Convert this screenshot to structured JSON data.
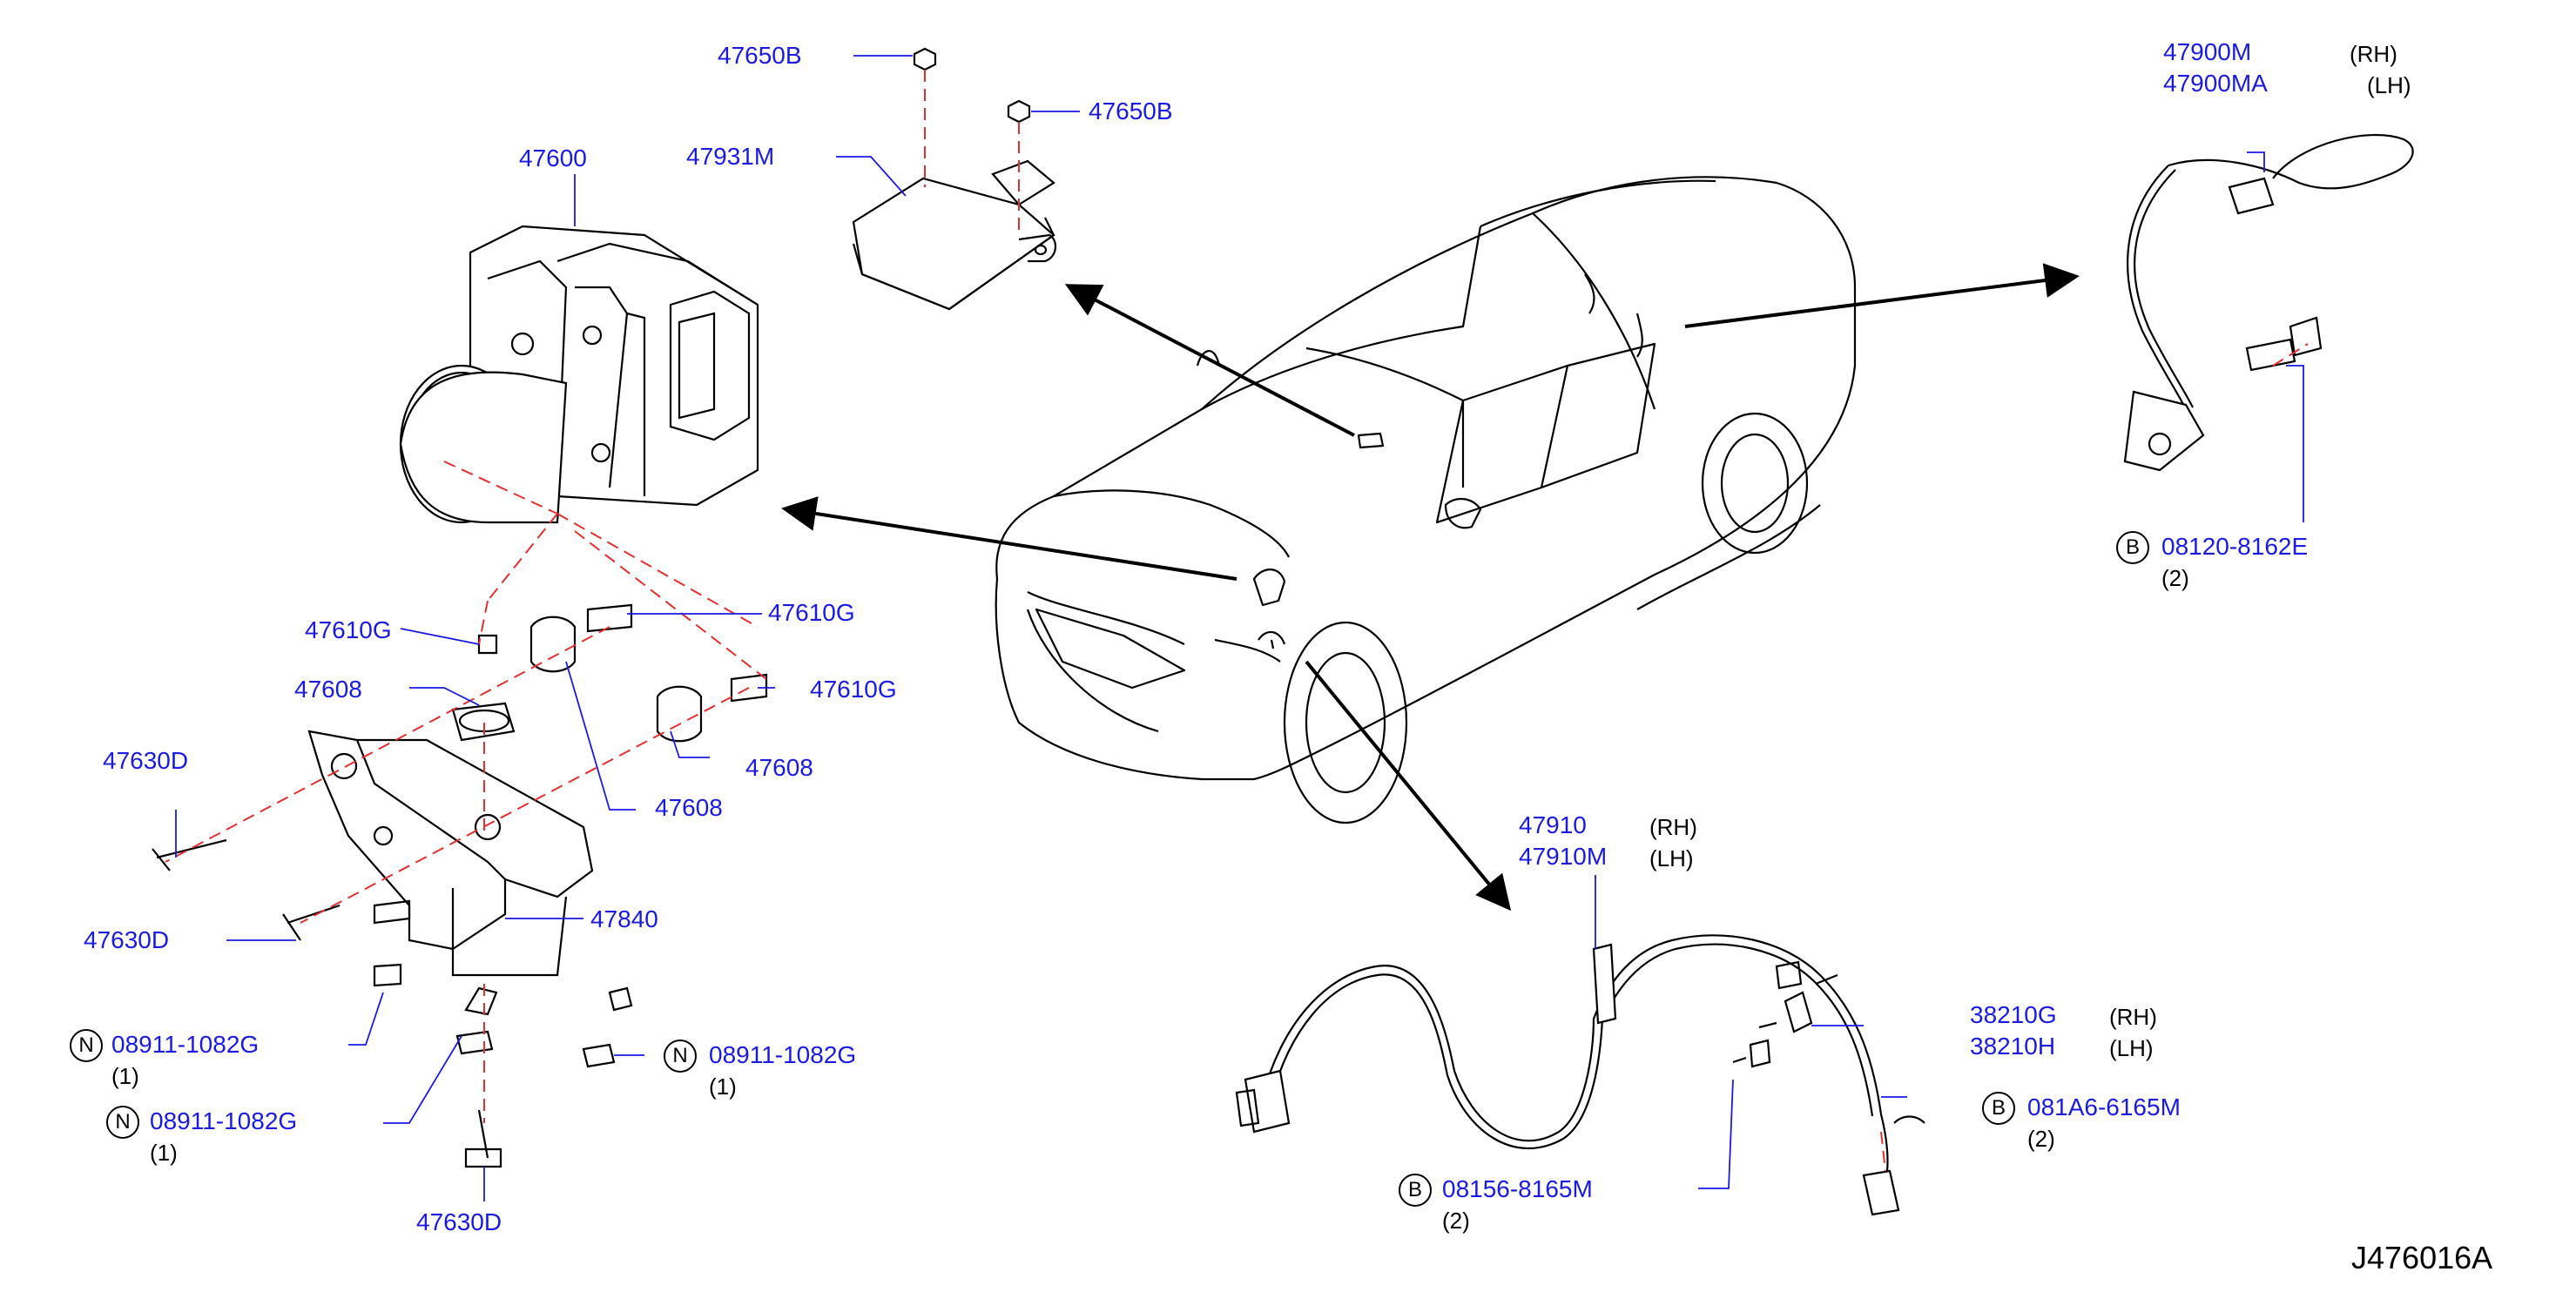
{
  "diagram_code": "J476016A",
  "labels": {
    "p47650B_a": "47650B",
    "p47650B_b": "47650B",
    "p47931M": "47931M",
    "p47600": "47600",
    "p47610G_a": "47610G",
    "p47610G_b": "47610G",
    "p47610G_c": "47610G",
    "p47608_a": "47608",
    "p47608_b": "47608",
    "p47608_c": "47608",
    "p47630D_a": "47630D",
    "p47630D_b": "47630D",
    "p47630D_c": "47630D",
    "p47840": "47840",
    "p08911_a": "08911-1082G",
    "p08911_b": "08911-1082G",
    "p08911_c": "08911-1082G",
    "p47900M": "47900M",
    "p47900MA": "47900MA",
    "p08120": "08120-8162E",
    "p47910": "47910",
    "p47910M": "47910M",
    "p38210G": "38210G",
    "p38210H": "38210H",
    "p081A6": "081A6-6165M",
    "p08156": "08156-8165M"
  },
  "sides": {
    "rh": "(RH)",
    "lh": "(LH)"
  },
  "quantities": {
    "q1": "(1)",
    "q2": "(2)"
  },
  "circle_codes": {
    "n": "N",
    "b": "B"
  },
  "colors": {
    "part_number": "#1a1ae0",
    "leader": "#1a1ae0",
    "phantom": "#e03030",
    "ink": "#000000"
  }
}
